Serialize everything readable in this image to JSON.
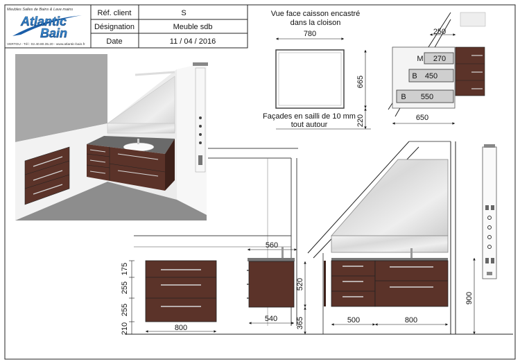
{
  "company": {
    "logo_text_1": "Atlantic",
    "logo_text_2": "Bain",
    "tagline": "Meubles Salles de Bains & Lave mains",
    "contact": "VERTOU - Tél : 02.40.80.35.20 - www.atlantic-bain.fr"
  },
  "title_block": {
    "rows": [
      {
        "label": "Réf. client",
        "value": "S"
      },
      {
        "label": "Désignation",
        "value": "Meuble sdb"
      },
      {
        "label": "Date",
        "value": "11 / 04 / 2016"
      }
    ]
  },
  "caisson_view": {
    "title_line1": "Vue face caisson encastré",
    "title_line2": "dans la cloison",
    "width": "780",
    "height": "665",
    "base": "220",
    "note_line1": "Façades en sailli de 10 mm",
    "note_line2": "tout autour"
  },
  "drawer_section": {
    "top_dim": "250",
    "bottom_dim": "650",
    "drawers": [
      {
        "tag": "M",
        "value": "270"
      },
      {
        "tag": "B",
        "value": "450"
      },
      {
        "tag": "B",
        "value": "550"
      }
    ]
  },
  "front_view": {
    "heights": [
      "175",
      "255",
      "255",
      "210"
    ],
    "width": "800"
  },
  "side_view": {
    "depth_top": "560",
    "height": "520",
    "depth_bottom": "540",
    "floor": "365"
  },
  "main_elevation": {
    "width_left": "500",
    "width_right": "800",
    "height": "900"
  },
  "colors": {
    "wood": "#5b3329",
    "wood_dark": "#3d211a",
    "handle": "#d8d8d8",
    "wall_grey": "#a8a8a8",
    "accent_blue": "#1f6fb8"
  }
}
